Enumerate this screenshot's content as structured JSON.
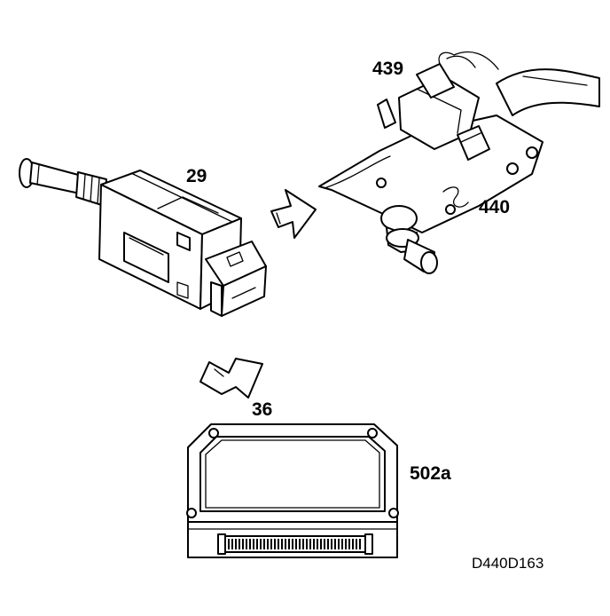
{
  "labels": {
    "switch_number": "29",
    "harness_number": "439",
    "bracket_number": "440",
    "ecu_number": "36",
    "ecu_variant": "502a"
  },
  "drawing_code": "D440D163",
  "arrows": [
    {
      "name": "arrow-right",
      "direction": "right"
    },
    {
      "name": "arrow-down",
      "direction": "down-left"
    }
  ]
}
